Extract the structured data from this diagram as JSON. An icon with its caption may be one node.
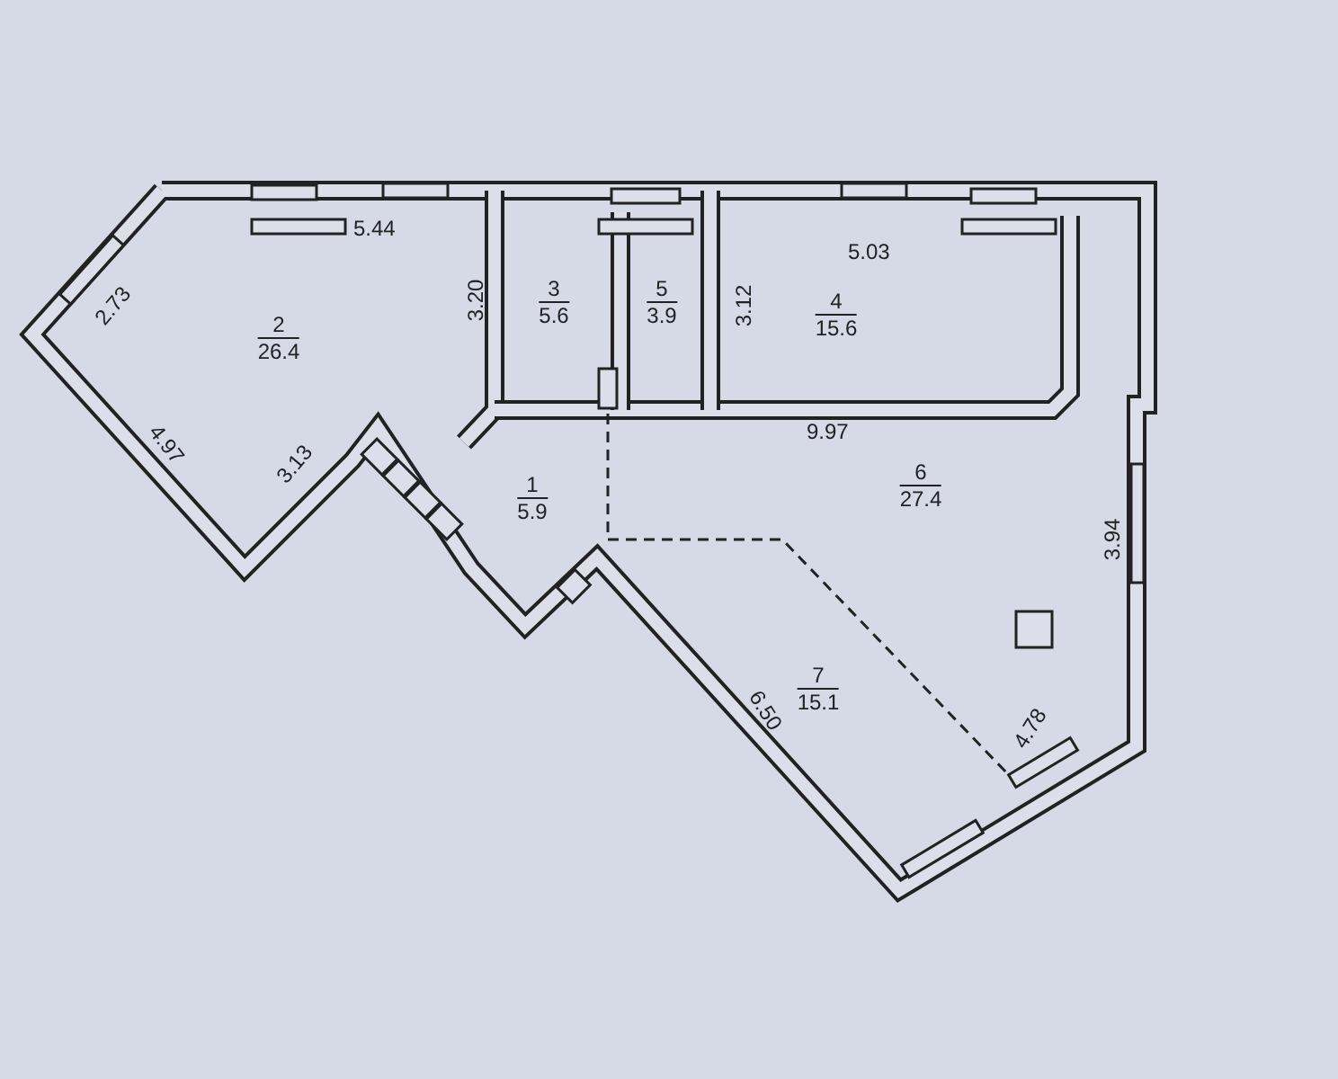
{
  "diagram": {
    "nodes": [
      {
        "text": [
          "2",
          "26.4"
        ]
      },
      {
        "text": [
          "3",
          "5.6"
        ]
      },
      {
        "text": [
          "5",
          "3.9"
        ]
      },
      {
        "text": [
          "4",
          "15.6"
        ]
      },
      {
        "text": [
          "1",
          "5.9"
        ]
      },
      {
        "text": [
          "6",
          "27.4"
        ]
      },
      {
        "text": [
          "7",
          "15.1"
        ]
      }
    ],
    "labels": [
      "5.44",
      "5.03",
      "2.73",
      "3.20",
      "3.12",
      "9.97",
      "4.97",
      "3.13",
      "3.94",
      "4.78",
      "6.50"
    ]
  }
}
